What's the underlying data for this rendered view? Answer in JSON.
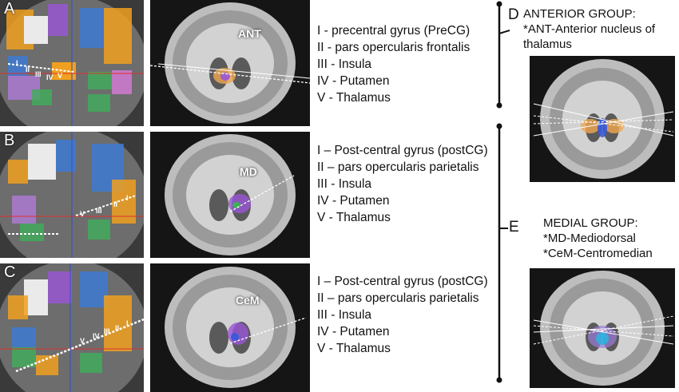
{
  "rows": [
    {
      "label": "A",
      "nucleus": "ANT",
      "numerals": [
        "I",
        "II",
        "III",
        "IV",
        "V"
      ],
      "regions": [
        "I - precentral gyrus (PreCG)",
        "II - pars opercularis frontalis",
        "III - Insula",
        "IV - Putamen",
        "V - Thalamus"
      ]
    },
    {
      "label": "B",
      "nucleus": "MD",
      "numerals": [
        "V",
        "III",
        "II",
        "I"
      ],
      "regions": [
        "I – Post-central gyrus (postCG)",
        "II – pars opercularis parietalis",
        "III - Insula",
        "IV - Putamen",
        "V - Thalamus"
      ]
    },
    {
      "label": "C",
      "nucleus": "CeM",
      "numerals": [
        "V",
        "IV",
        "III",
        "II",
        "I"
      ],
      "regions": [
        "I – Post-central gyrus (postCG)",
        "II – pars opercularis parietalis",
        "III - Insula",
        "IV - Putamen",
        "V - Thalamus"
      ]
    }
  ],
  "groups": [
    {
      "letter": "D",
      "title": "ANTERIOR GROUP:",
      "lines": [
        "*ANT-Anterior nucleus of",
        "thalamus"
      ]
    },
    {
      "letter": "E",
      "title": "MEDIAL GROUP:",
      "lines": [
        "*MD-Mediodorsal",
        "*CeM-Centromedian"
      ]
    }
  ],
  "colors": {
    "bracket": "#111111",
    "atlas_orange": "#f0a020",
    "atlas_purple": "#9a55d8",
    "atlas_blue": "#3a7ad8"
  }
}
